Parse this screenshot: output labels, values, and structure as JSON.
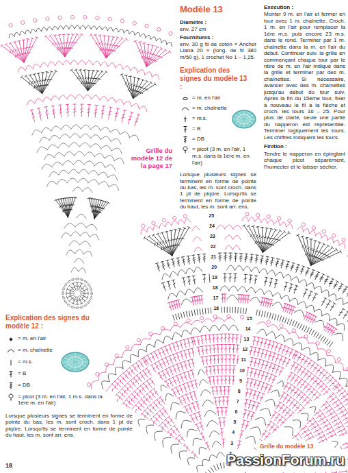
{
  "diagram": {
    "title": "Modèle 13",
    "labels": [
      "Diamètre :",
      "env. 27 cm",
      "Fournitures :",
      "env. 30 g fil de coton « Anchor Liana 20 » (long. de fil 380 m/50 g), 1 crochet No 1 – 1,25.",
      "Explication des signes du modèle 13 :",
      "Lorsque plusieurs signes se terminent en forme de pointe du bas, les m. sont croch. dans 1 pt de piqûre. Lorsqu'ils se terminent en forme de pointe du haut, les m. sont arr. ens.",
      "Exécution :",
      "Monter 9 m. en l'air et fermer en tour avec 1 m. chaînette. Croch. 1 m. en l'air pour remplacer la 1ère m.s. puis encore 23 m.s. dans le rond. Terminer par 1 m. chaînette dans la m. en l'air du début. Continuer suiv. la grille en commençant chaque tour par le nbre de m. en l'air indiqué dans la grille et terminer par des m. chaînettes. Si nécessaire, avancer avec des m. chaînettes jusqu'au début du tour suiv. Après la fin du 15ème tour, fixer à nouveau le fil à la flèche et croch. les tours 16 – 25. Pour plus de clarté, seule une partie du napperon est représentée. Terminer logiquement les tours. Les chiffres indiquent les tours.",
      "Finition :",
      "Tendre le napperon en épinglant chaque picot séparément, l'humecter et le laisser sécher.",
      "Grille du modèle 12 de la page 17",
      "Explication des signes du modèle 12 :",
      "Lorsque plusieurs signes se terminent en forme de pointe du bas, les m. sont croch. dans 1 pt de piqûre. Lorsqu'ils se terminent en forme de pointe du haut, les m. sont arr. ens.",
      "18",
      "Grille du modèle 13",
      "PassionForum.ru",
      "25",
      "24",
      "23",
      "22",
      "21",
      "20",
      "19",
      "18",
      "17",
      "16",
      "15",
      "14",
      "13",
      "12",
      "11",
      "10",
      "9",
      "8",
      "7",
      "6",
      "5",
      "4",
      "3",
      "2",
      "1"
    ],
    "legend": [
      {
        "text": "= m. en l'air"
      },
      {
        "text": "= m. chaînette"
      },
      {
        "text": "= m.s."
      },
      {
        "text": "= B"
      },
      {
        "text": "= DB"
      },
      {
        "text": "= picot (3 m. en l'air, 1 m.s. dans la 1ère m. en l'air)"
      },
      {
        "text": "= m. en l'air"
      },
      {
        "text": "= m. chaînette"
      },
      {
        "text": "= m.s."
      },
      {
        "text": "= B"
      },
      {
        "text": "= DB"
      },
      {
        "text": "= picot (3 m. en l'air, 1 m.s. dans la 1ère m. en l'air)"
      }
    ]
  }
}
